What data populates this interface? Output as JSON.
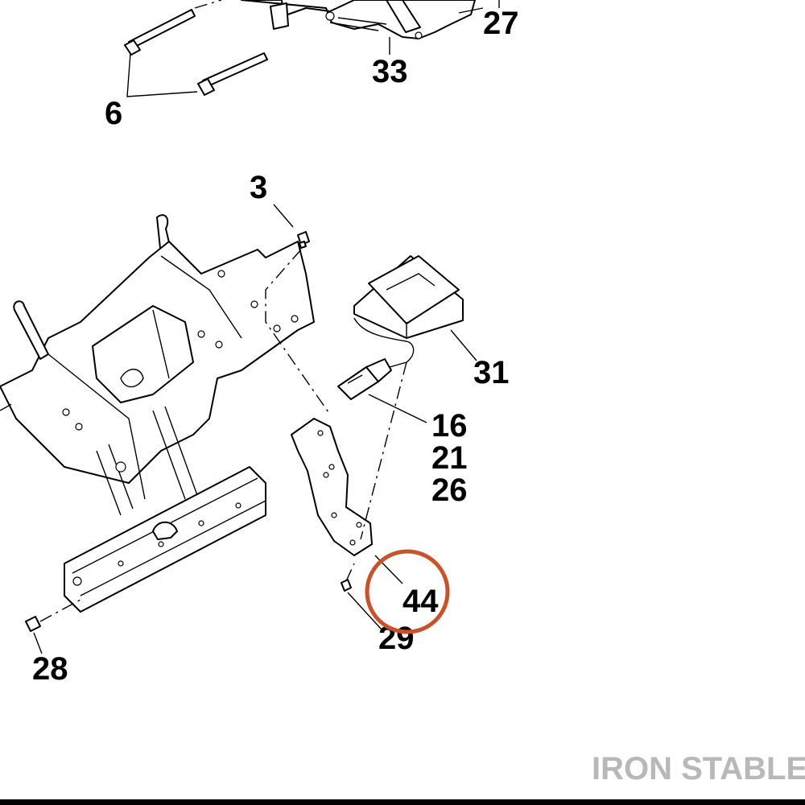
{
  "callouts": {
    "c6": "6",
    "c33": "33",
    "c27": "27",
    "c3": "3",
    "c31": "31",
    "c16": "16",
    "c21": "21",
    "c26": "26",
    "c44": "44",
    "c29": "29",
    "c28": "28"
  },
  "highlight": {
    "target": "44",
    "color": "#c8532a"
  },
  "watermark": {
    "text": "IRON STABLE",
    "color": "#b8b8b8"
  }
}
